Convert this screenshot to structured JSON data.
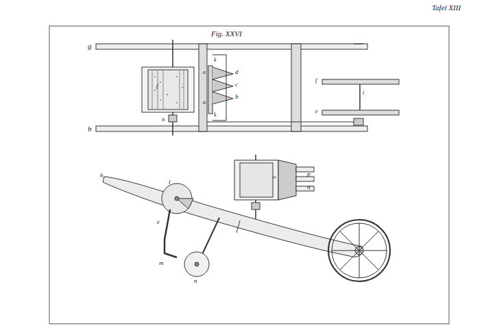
{
  "diagram": {
    "title": "Fig. XXVI",
    "labels": [
      "Tafel XIII",
      "g",
      "h",
      "f",
      "k",
      "a",
      "d",
      "c",
      "b",
      "a",
      "k",
      "n",
      "f",
      "e",
      "i",
      "o",
      "p",
      "q",
      "h",
      "l",
      "e",
      "m",
      "n"
    ]
  }
}
